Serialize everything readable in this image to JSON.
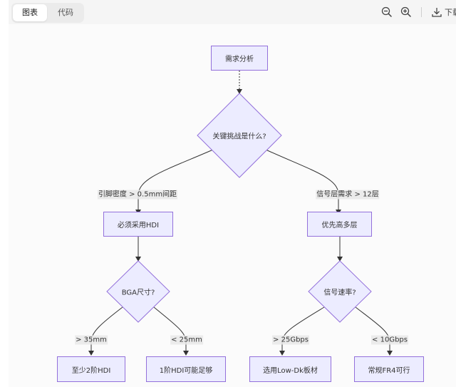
{
  "toolbar": {
    "tabs": [
      {
        "label": "图表",
        "active": true
      },
      {
        "label": "代码",
        "active": false
      }
    ],
    "zoom_out_icon": "zoom-out-icon",
    "zoom_in_icon": "zoom-in-icon",
    "download_icon": "download-icon",
    "download_label": "下载"
  },
  "diagram": {
    "nodes": {
      "start": "需求分析",
      "challenge": "关键挑战是什么?",
      "hdi": "必须采用HDI",
      "multilayer": "优先高多层",
      "bga": "BGA尺寸?",
      "speed": "信号速率?",
      "hdi2": "至少2阶HDI",
      "hdi1": "1阶HDI可能足够",
      "lowdk": "选用Low-Dk板材",
      "fr4": "常规FR4可行"
    },
    "edges": {
      "pin_density": "引脚密度 > 0.5mm间距",
      "layer_need": "信号层需求 > 12层",
      "gt35": "> 35mm",
      "lt25": "< 25mm",
      "gt25g": "> 25Gbps",
      "lt10g": "< 10Gbps"
    }
  },
  "colors": {
    "node_fill": "#ececff",
    "node_border": "#9370db",
    "edge": "#333333"
  }
}
